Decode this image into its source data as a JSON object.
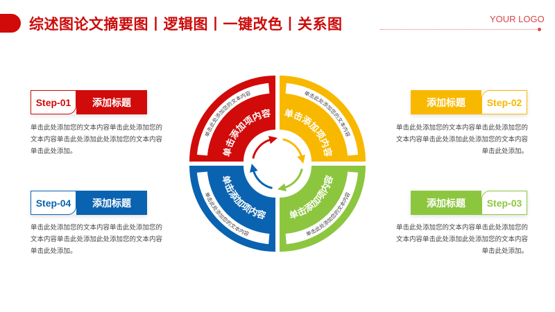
{
  "header": {
    "title": "综述图论文摘要图丨逻辑图丨一键改色丨关系图",
    "logo": "YOUR LOGO"
  },
  "colors": {
    "red": "#d10a0a",
    "yellow": "#f9b800",
    "green": "#8cc63f",
    "blue": "#0a63b0"
  },
  "steps": [
    {
      "step": "Step-01",
      "heading": "添加标题",
      "desc": "单击此处添加您的文本内容单击此处添加您的文本内容单击此处添加此处添加您的文本内容单击此处添加。"
    },
    {
      "step": "Step-02",
      "heading": "添加标题",
      "desc": "单击此处添加您的文本内容单击此处添加您的文本内容单击此处添加此处添加您的文本内容单击此处添加。"
    },
    {
      "step": "Step-03",
      "heading": "添加标题",
      "desc": "单击此处添加您的文本内容单击此处添加您的文本内容单击此处添加此处添加您的文本内容单击此处添加。"
    },
    {
      "step": "Step-04",
      "heading": "添加标题",
      "desc": "单击此处添加您的文本内容单击此处添加您的文本内容单击此处添加此处添加您的文本内容单击此处添加。"
    }
  ],
  "wheel": [
    {
      "title": "单击添加项内容",
      "sub": "单击此处添加您的文本内容"
    },
    {
      "title": "单击添加项内容",
      "sub": "单击此处添加您的文本内容"
    },
    {
      "title": "单击添加项内容",
      "sub": "单击此处添加您的文本内容"
    },
    {
      "title": "单击添加项内容",
      "sub": "单击此处添加您的文本内容"
    }
  ]
}
